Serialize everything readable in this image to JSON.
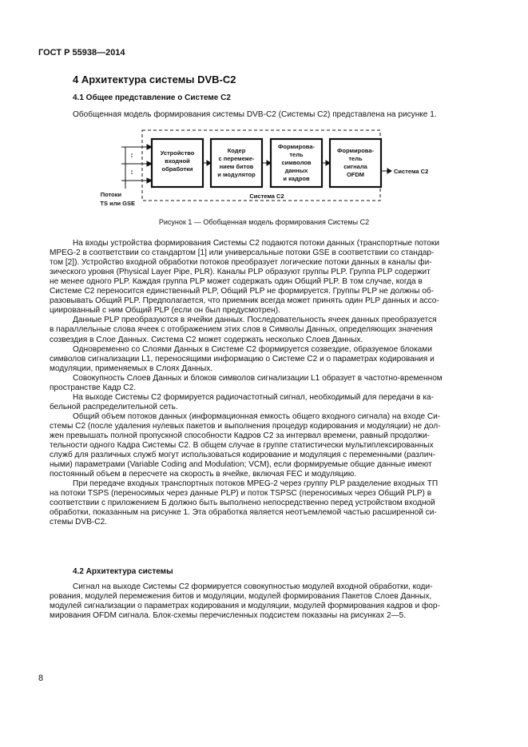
{
  "header": "ГОСТ Р 55938—2014",
  "section_title": "4 Архитектура системы DVB-C2",
  "sub1_title": "4.1 Общее представление о Системе С2",
  "intro": "Обобщенная модель формирования системы DVB-C2 (Системы С2) представлена на рисунке 1.",
  "diagram": {
    "blocks": [
      [
        "Устройство",
        "входной",
        "обработки"
      ],
      [
        "Кодер",
        "с перемеже-",
        "нием битов",
        "и модулятор"
      ],
      [
        "Формирова-",
        "тель",
        "символов",
        "данных",
        "и кадров"
      ],
      [
        "Формирова-",
        "тель",
        "сигнала",
        "OFDM"
      ]
    ],
    "input_label": [
      "Потоки",
      "TS или GSE"
    ],
    "output_label": "Система С2",
    "system_label": "Система С2"
  },
  "caption": "Рисунок 1 — Обобщенная модель формирования Системы С2",
  "body_lines": [
    "На входы устройства формирования Системы С2 подаются потоки данных (транспортные потоки",
    "MPEG-2 в соответствии со стандартом [1] или универсальные потоки GSE в соответствии со стандар-",
    "том [2]). Устройство входной обработки потоков преобразует логические потоки данных в каналы фи-",
    "зического уровня (Physical Layer Pipe, PLR). Каналы PLP образуют группы PLP. Группа PLP содержит",
    "не менее одного PLP. Каждая группа PLP может содержать один Общий PLP. В том случае, когда в",
    "Системе С2 переносится единственный PLP, Общий PLP не формируется. Группы PLP не должны об-",
    "разовывать Общий PLP. Предполагается, что приемник всегда может принять один PLP данных и ассо-",
    "циированный с ним Общий PLP (если он был предусмотрен).",
    "Данные PLP преобразуются в ячейки данных. Последовательность ячеек данных преобразуется",
    "в параллельные слова ячеек с отображением этих слов в Символы Данных, определяющих значения",
    "созвездия в Слое Данных. Система С2 может содержать несколько Слоев Данных.",
    "Одновременно со Слоями Данных в Системе С2 формируется созвездие, образуемое блоками",
    "символов сигнализации L1, переносящими информацию о Системе С2 и о параметрах кодирования и",
    "модуляции, применяемых в Слоях Данных.",
    "Совокупность Слоев Данных и блоков символов сигнализации L1 образует в частотно-временном",
    "пространстве Кадр С2.",
    "На выходе Системы С2 формируется радиочастотный сигнал, необходимый для передачи в ка-",
    "бельной распределительной сеть.",
    "Общий объем потоков данных (информационная емкость общего входного сигнала) на входе Си-",
    "стемы С2 (после удаления нулевых пакетов и выполнения процедур кодирования и модуляции) не дол-",
    "жен превышать полной пропускной способности Кадров С2 за интервал времени, равный продолжи-",
    "тельности одного Кадра Системы С2. В общем случае в группе статистически мультиплексированных",
    "служб для различных служб могут использоваться кодирование и модуляция с переменными (различ-",
    "ными) параметрами (Variable Coding and Modulation; VCM), если формируемые общие данные имеют",
    "постоянный объем в пересчете на скорость в ячейке, включая FEC и модуляцию.",
    "При передаче входных транспортных потоков MPEG-2 через группу PLP разделение входных ТП",
    "на потоки TSPS (переносимых через данные PLP) и поток TSPSC (переносимых через Общий PLP) в",
    "соответствии с приложением Б должно быть выполнено непосредственно перед устройством входной",
    "обработки, показанным на рисунке 1. Эта обработка является неотъемлемой частью расширенной си-",
    "стемы DVB-C2."
  ],
  "sub2_title": "4.2 Архитектура системы",
  "body2_lines": [
    "Сигнал на выходе Системы С2 формируется совокупностью модулей входной обработки, коди-",
    "рования, модулей перемежения битов и модуляции, модулей формирования Пакетов Слоев Данных,",
    "модулей сигнализации о параметрах кодирования и модуляции, модулей формирования кадров и фор-",
    "мирования OFDM сигнала. Блок-схемы перечисленных подсистем показаны на рисунках 2—5."
  ],
  "page_number": "8"
}
